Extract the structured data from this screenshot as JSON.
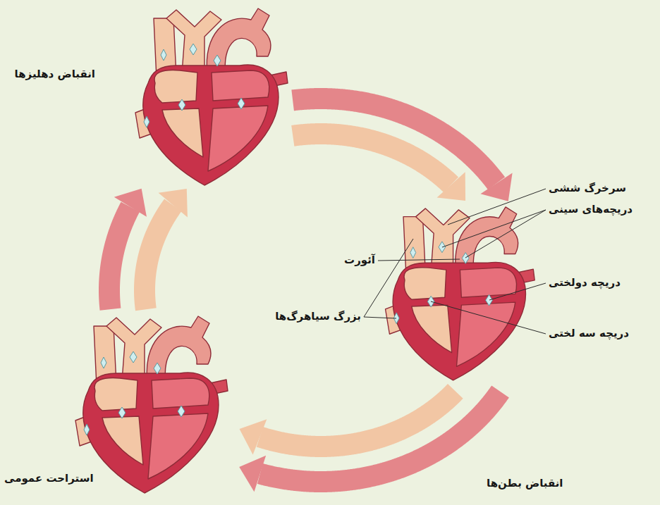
{
  "diagram": {
    "nodes": [
      {
        "text": [
          "انقباض دهلیزها"
        ]
      },
      {
        "text": [
          "انقباض بطن‌ها"
        ]
      },
      {
        "text": [
          "استراحت عمومی"
        ]
      }
    ],
    "edges": [
      {
        "from": 0,
        "to": 1,
        "arrow": "to"
      },
      {
        "from": 1,
        "to": 2,
        "arrow": "to"
      },
      {
        "from": 2,
        "to": 0,
        "arrow": "to"
      }
    ],
    "labels": [
      "سرخرگ ششی",
      "آئورت",
      "دریچه‌های سینی",
      "دریچه دولختی",
      "بزرگ سیاهرگ‌ها",
      "دریچه سه لختی"
    ]
  }
}
